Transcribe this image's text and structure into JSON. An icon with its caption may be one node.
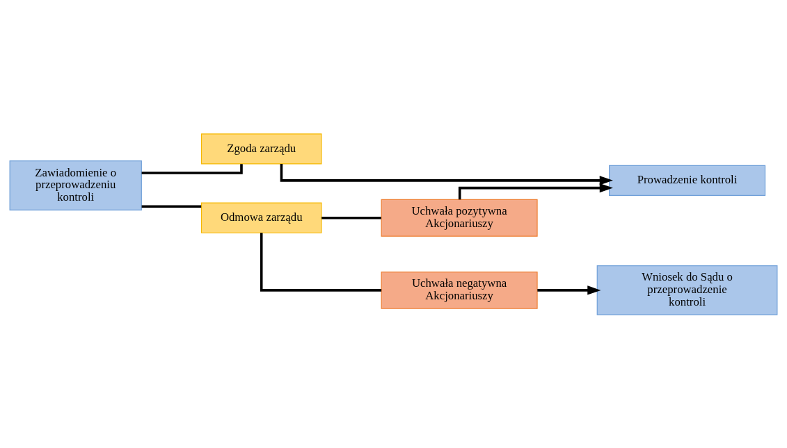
{
  "diagram": {
    "nodes": [
      {
        "text": [
          "Zawiadomienie o przeprowadzeniu kontroli"
        ]
      },
      {
        "text": [
          "Zgoda zarządu"
        ]
      },
      {
        "text": [
          "Prowadzenie kontroli"
        ]
      },
      {
        "text": [
          "Odmowa zarządu"
        ]
      },
      {
        "text": [
          "Uchwała pozytywna Akcjonariuszy"
        ]
      },
      {
        "text": [
          "Uchwała negatywna Akcjonariuszy"
        ]
      },
      {
        "text": [
          "Wniosek do Sądu o przeprowadzenie kontroli"
        ]
      }
    ],
    "edges": [
      {
        "from": 0,
        "to": 1,
        "arrow": "none"
      },
      {
        "from": 0,
        "to": 3,
        "arrow": "none"
      },
      {
        "from": 1,
        "to": 2,
        "arrow": "to"
      },
      {
        "from": 3,
        "to": 4,
        "arrow": "none"
      },
      {
        "from": 3,
        "to": 5,
        "arrow": "none"
      },
      {
        "from": 4,
        "to": 2,
        "arrow": "to"
      },
      {
        "from": 5,
        "to": 6,
        "arrow": "to"
      }
    ]
  }
}
